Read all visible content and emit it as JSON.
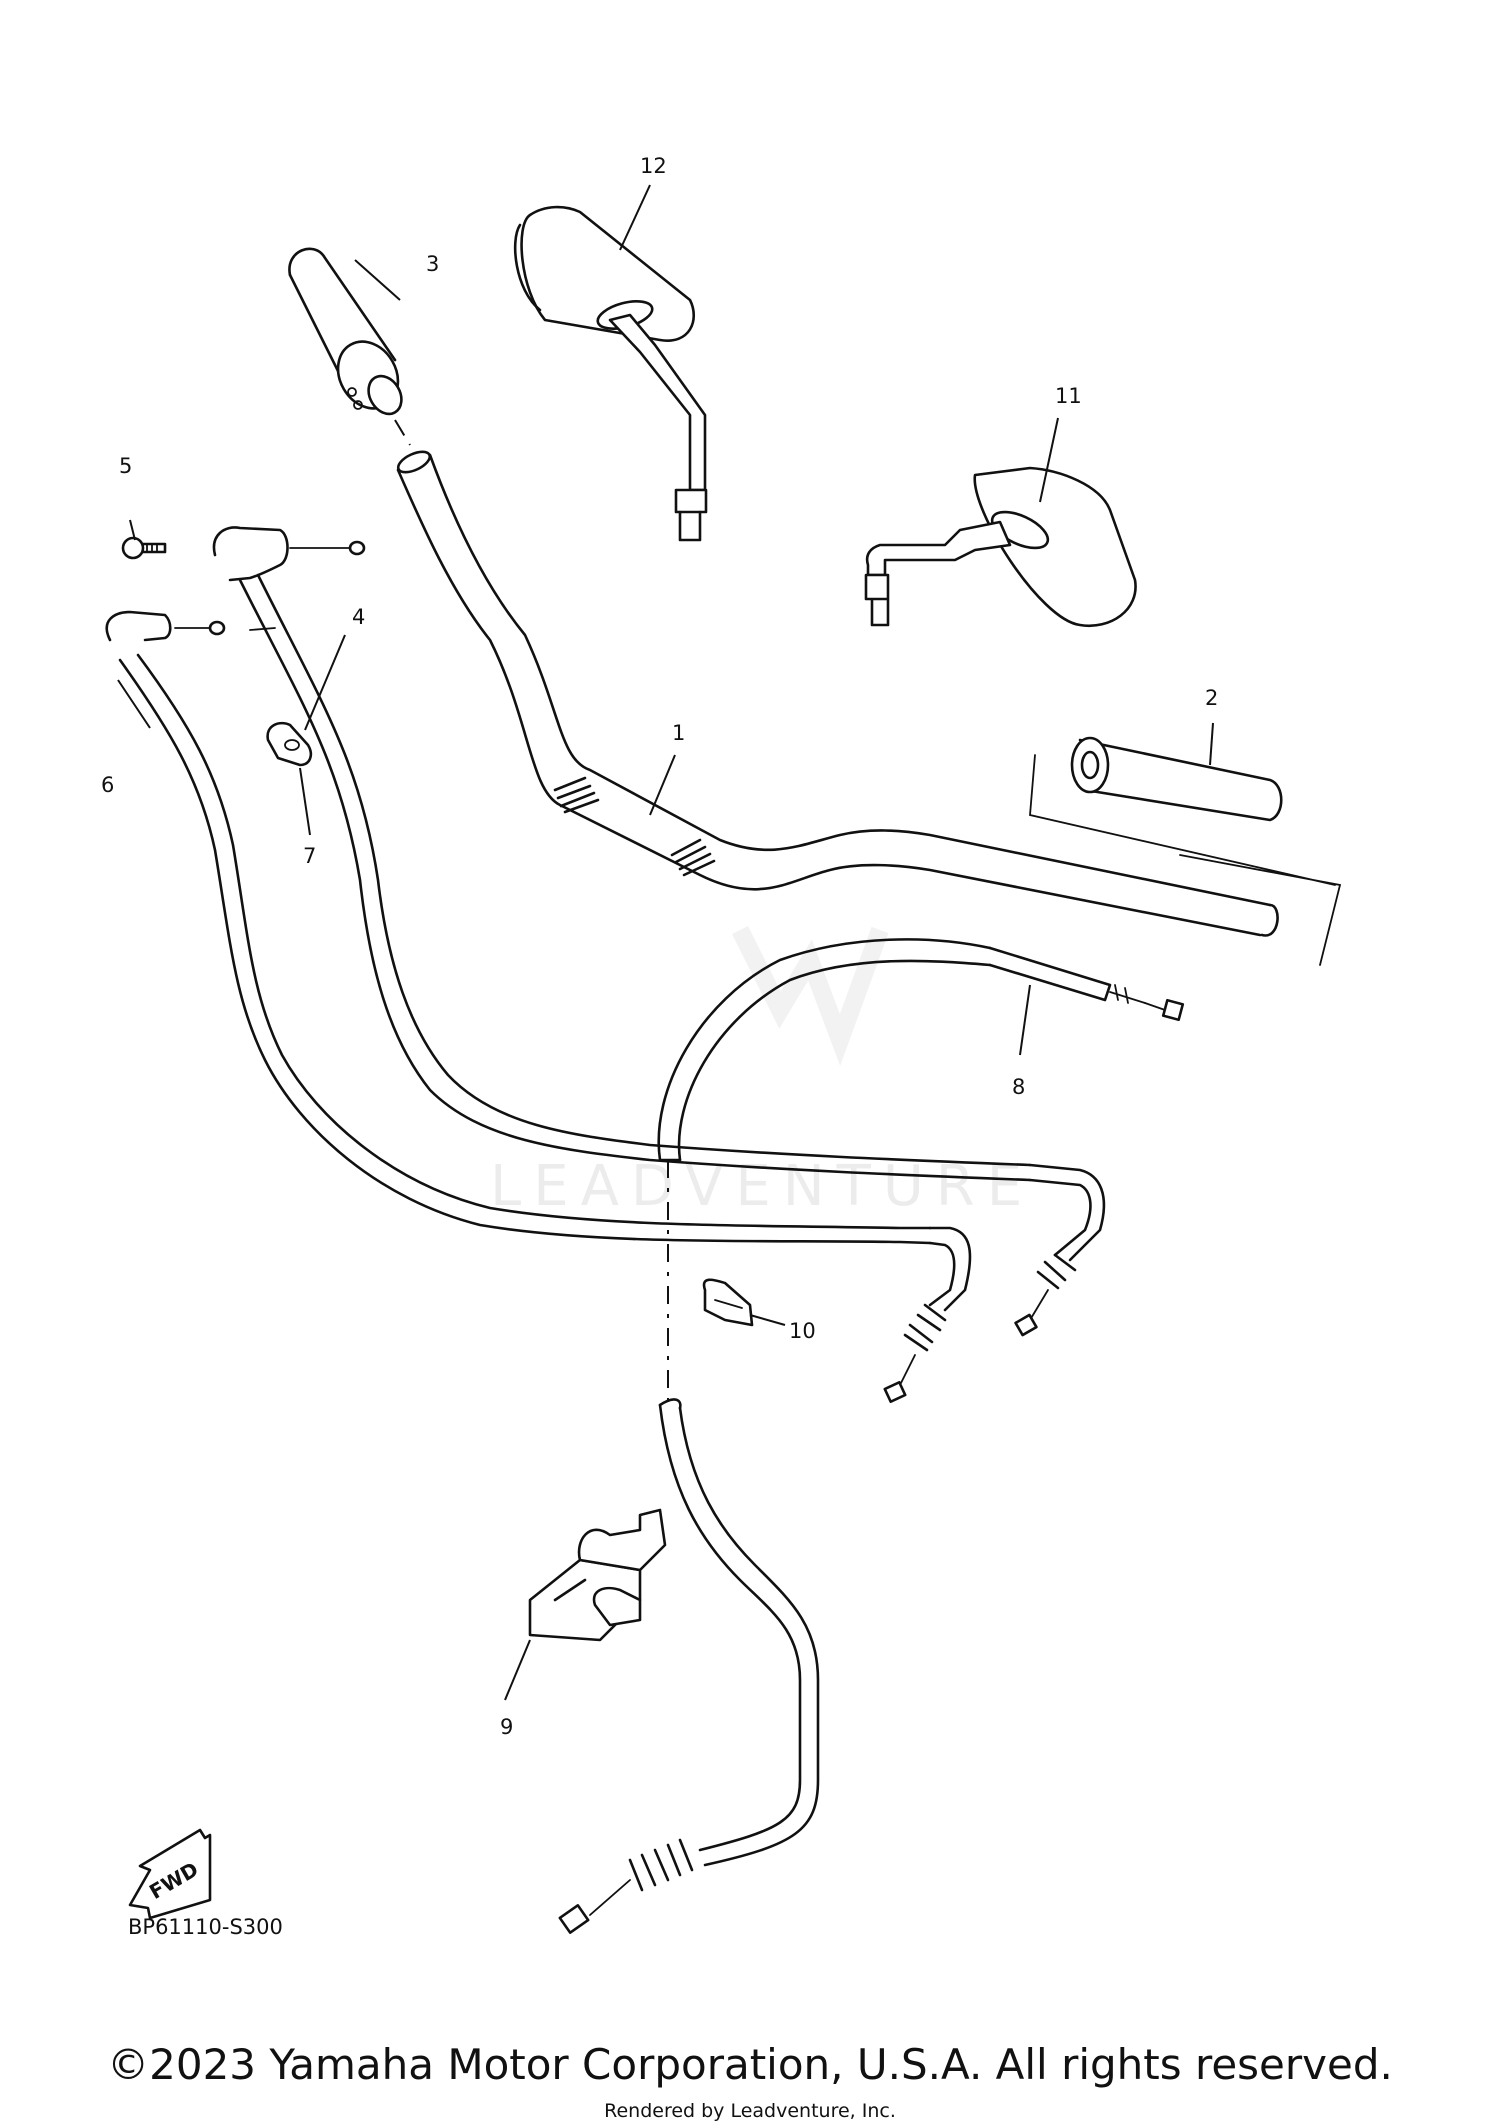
{
  "callouts": [
    {
      "number": "1",
      "part": "handlebar"
    },
    {
      "number": "2",
      "part": "grip"
    },
    {
      "number": "3",
      "part": "throttle-grip"
    },
    {
      "number": "4",
      "part": "throttle-cable-1"
    },
    {
      "number": "5",
      "part": "screw"
    },
    {
      "number": "6",
      "part": "throttle-cable-2"
    },
    {
      "number": "7",
      "part": "cable-clamp"
    },
    {
      "number": "8",
      "part": "clutch-cable"
    },
    {
      "number": "9",
      "part": "holder"
    },
    {
      "number": "10",
      "part": "cable-clip"
    },
    {
      "number": "11",
      "part": "rear-view-mirror-left"
    },
    {
      "number": "12",
      "part": "rear-view-mirror-right"
    }
  ],
  "fwd_label": "FWD",
  "diagram_code": "BP61110-S300",
  "watermark": "LEADVENTURE",
  "copyright": "©2023 Yamaha Motor Corporation, U.S.A. All rights reserved.",
  "rendered_by": "Rendered by Leadventure, Inc."
}
